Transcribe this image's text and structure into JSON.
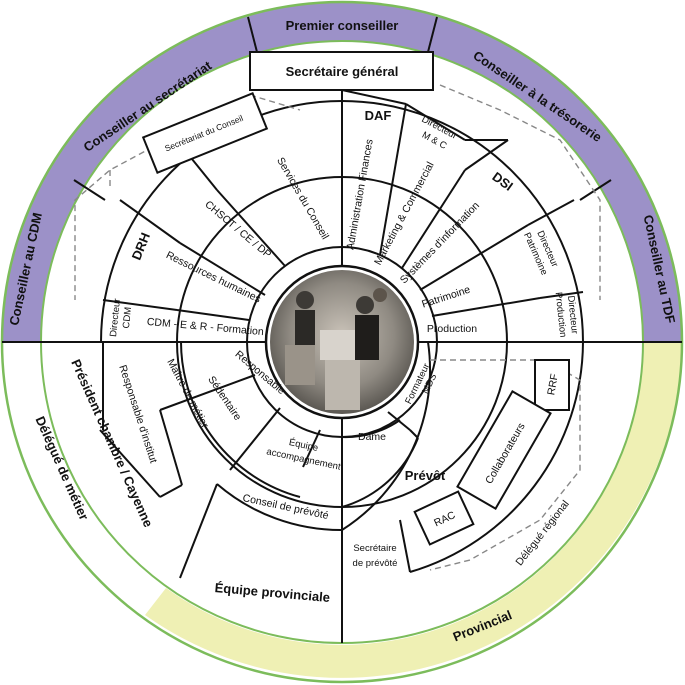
{
  "colors": {
    "purple": "#9c91c8",
    "yellow": "#eff0b4",
    "green_border": "#7cbc5b",
    "ink": "#111111"
  },
  "outer_ring": {
    "premier_conseiller": "Premier conseiller",
    "conseiller_secretariat": "Conseiller au secrétariat",
    "conseiller_tresorerie": "Conseiller à la trésorerie",
    "conseiller_cdm": "Conseiller au CDM",
    "conseiller_tdf": "Conseiller au TDF",
    "delegue_metier": "Délégué de métier",
    "provincial": "Provincial"
  },
  "top_half": {
    "secretaire_general": "Secrétaire général",
    "secretariat_conseil": "Secrétariat du Conseil",
    "services_conseil": "Services du Conseil",
    "chsct": "CHSCT / CE / DP",
    "drh": "DRH",
    "ressources_humaines": "Ressources humaines",
    "directeur_cdm_1": "Directeur",
    "directeur_cdm_2": "CDM",
    "cdm_formation": "CDM - E & R - Formation",
    "daf": "DAF",
    "administration_finances": "Administration Finances",
    "directeur_mc_1": "Directeur",
    "directeur_mc_2": "M & C",
    "marketing": "Marketing & Commercial",
    "dsi": "DSI",
    "systemes_info": "Systèmes d'information",
    "directeur_patrimoine_1": "Directeur",
    "directeur_patrimoine_2": "Patrimoine",
    "patrimoine": "Patrimoine",
    "directeur_production_1": "Directeur",
    "directeur_production_2": "Production",
    "production": "Production"
  },
  "bottom_half": {
    "president_chambre": "Président chambre / Cayenne",
    "responsable_institut": "Responsable d'institut",
    "maitre_metier": "Maître de métier",
    "sedentaire": "Sédentaire",
    "responsable": "Responsable",
    "equipe_accomp_1": "Équipe",
    "equipe_accomp_2": "accompagnement",
    "conseil_prevote": "Conseil de prévôté",
    "equipe_provinciale": "Équipe provinciale",
    "formateur_mds_1": "Formateur",
    "formateur_mds_2": "MDS",
    "rrf": "RRF",
    "collaborateurs": "Collaborateurs",
    "dame": "Dame",
    "prevot": "Prévôt",
    "rac": "RAC",
    "secretaire_prevote_1": "Secrétaire",
    "secretaire_prevote_2": "de prévôté",
    "delegue_regional": "Délégué régional"
  }
}
